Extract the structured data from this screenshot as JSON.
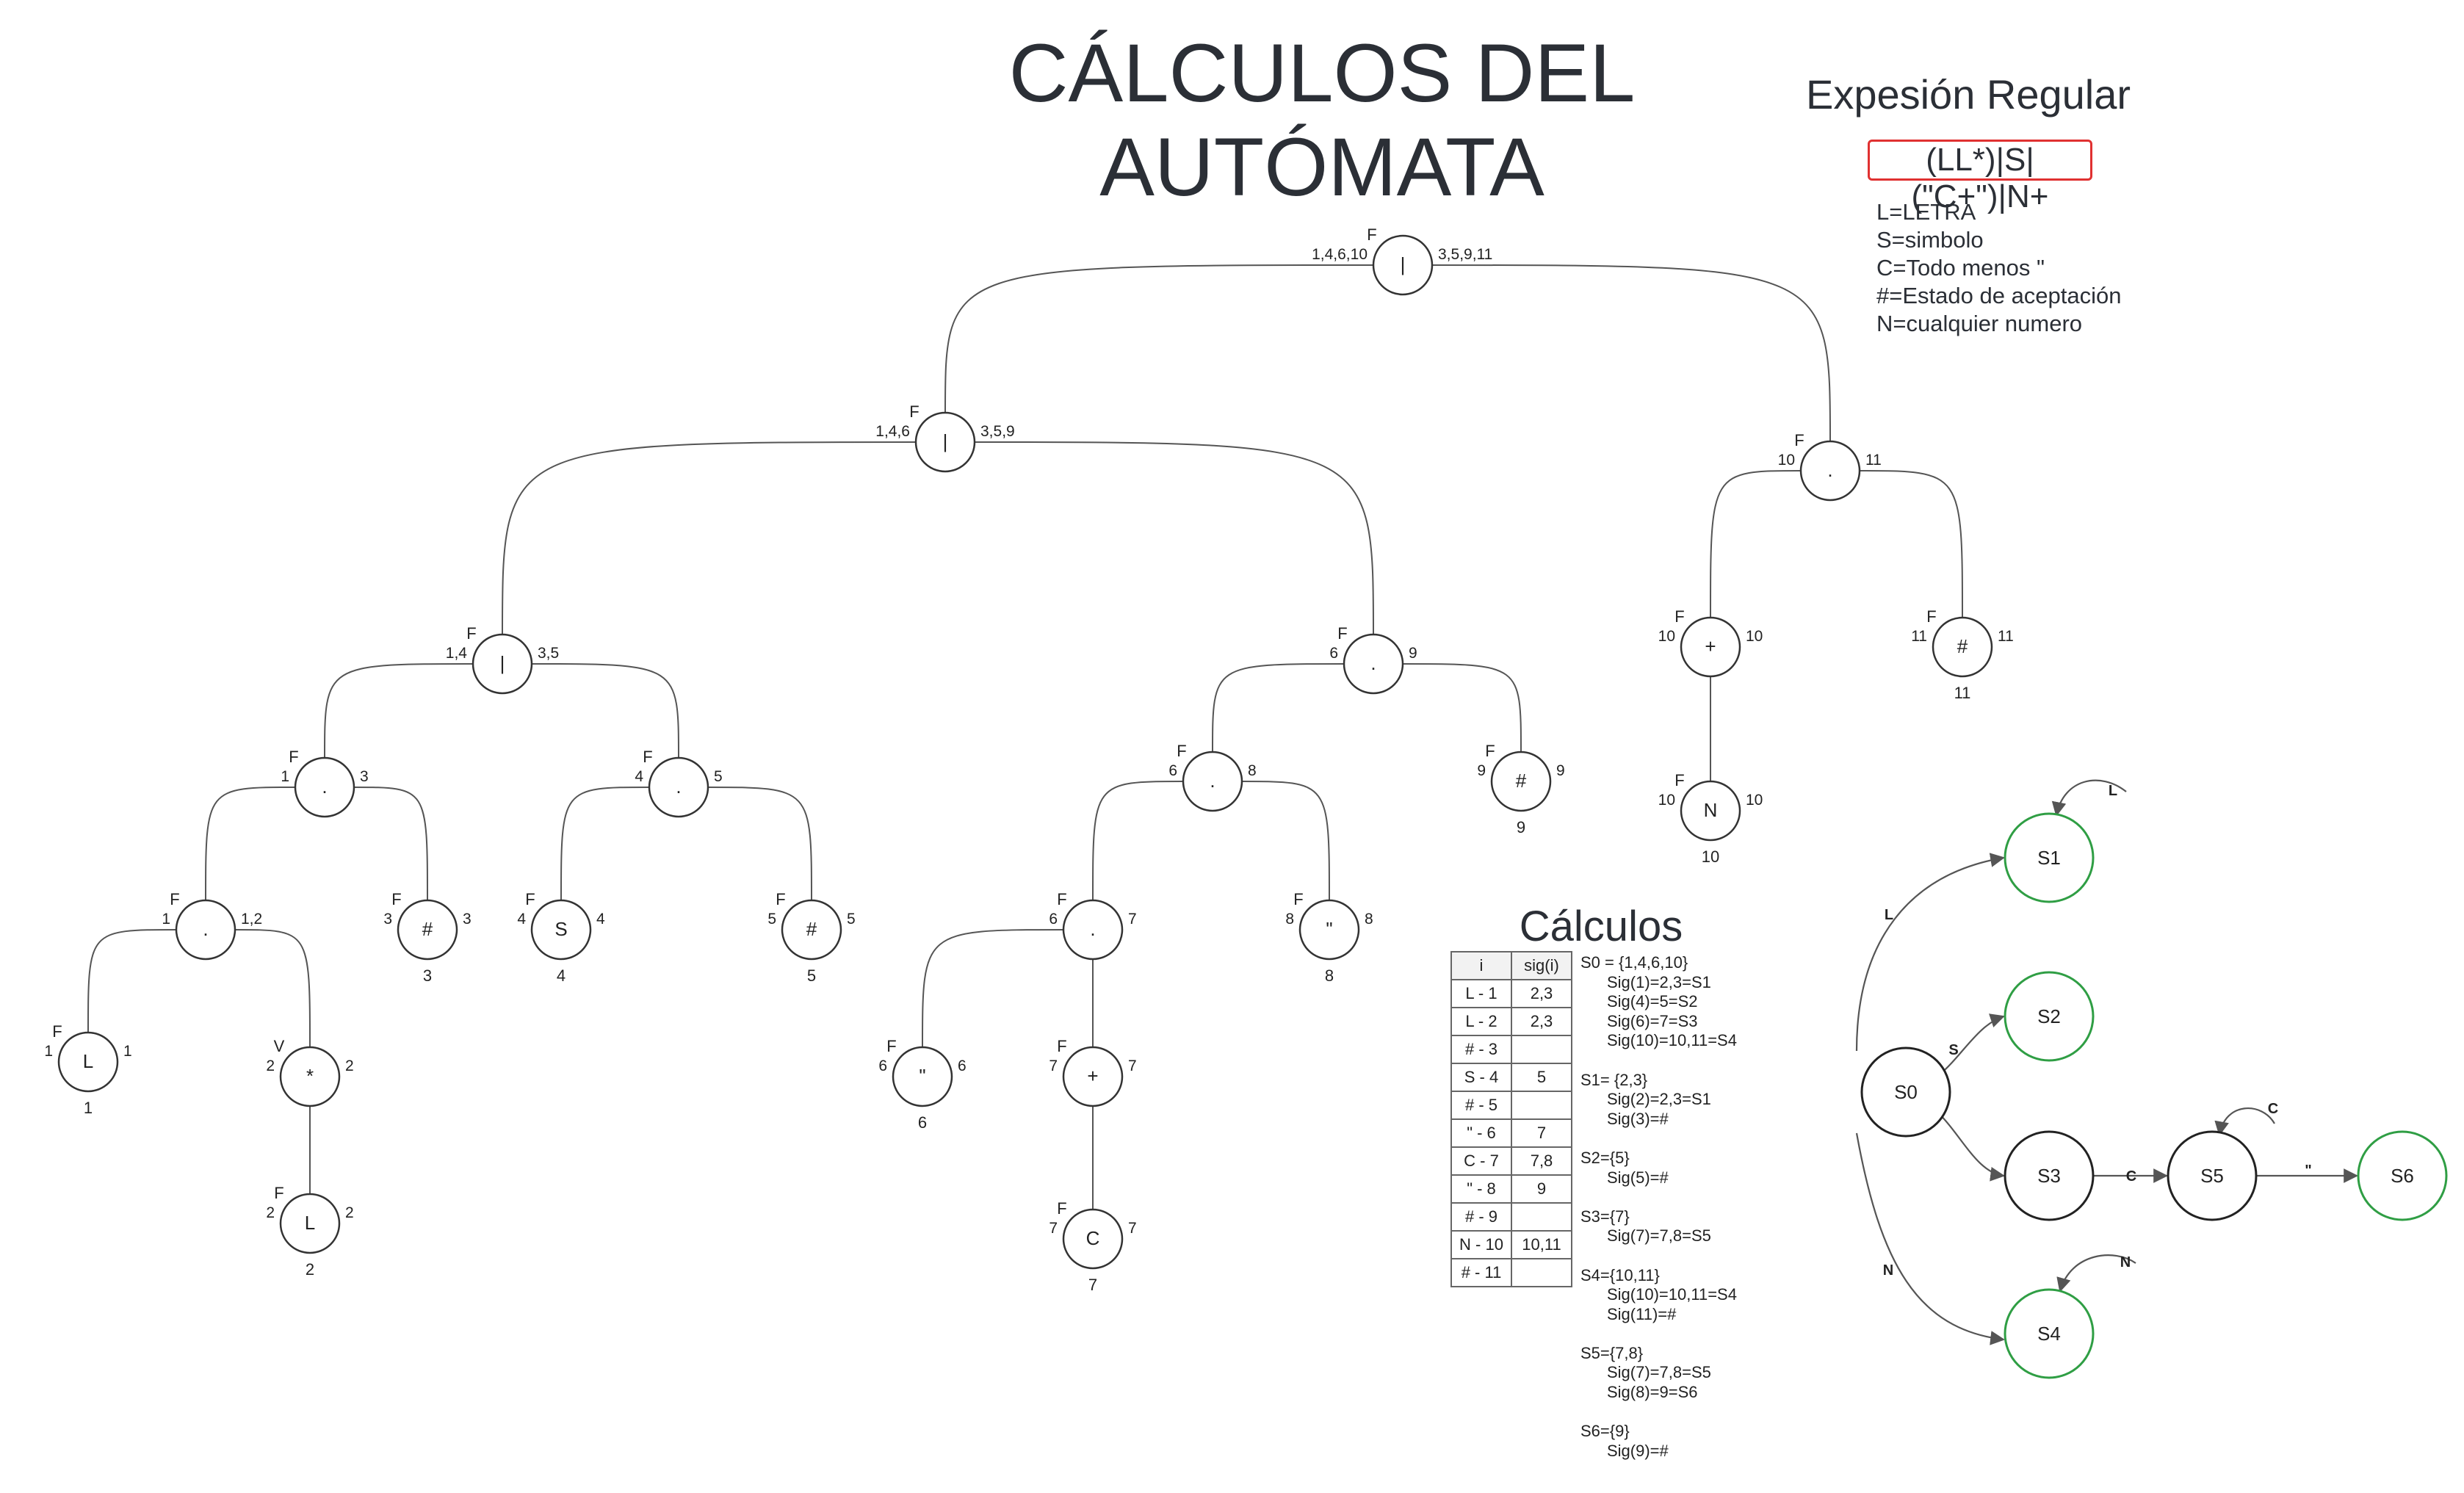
{
  "title": "CÁLCULOS DEL\nAUTÓMATA",
  "regex": {
    "title": "Expesión Regular",
    "expression": "(LL*)|S|(\"C+\")|N+",
    "legend": [
      "L=LETRA",
      "S=simbolo",
      "C=Todo menos \"",
      "#=Estado de aceptación",
      "N=cualquier numero"
    ]
  },
  "tree": {
    "nodes": [
      {
        "id": "n_root",
        "sym": "|",
        "top": "F",
        "left": "1,4,6,10",
        "right": "3,5,9,11"
      },
      {
        "id": "n_or2",
        "sym": "|",
        "top": "F",
        "left": "1,4,6",
        "right": "3,5,9"
      },
      {
        "id": "n_cat11",
        "sym": ".",
        "top": "F",
        "left": "10",
        "right": "11"
      },
      {
        "id": "n_or3",
        "sym": "|",
        "top": "F",
        "left": "1,4",
        "right": "3,5"
      },
      {
        "id": "n_cat9",
        "sym": ".",
        "top": "F",
        "left": "6",
        "right": "9"
      },
      {
        "id": "n_plus10",
        "sym": "+",
        "top": "F",
        "left": "10",
        "right": "10"
      },
      {
        "id": "n_hash11",
        "sym": "#",
        "top": "F",
        "left": "11",
        "right": "11",
        "bottom": "11"
      },
      {
        "id": "n_N10",
        "sym": "N",
        "top": "F",
        "left": "10",
        "right": "10",
        "bottom": "10"
      },
      {
        "id": "n_cat3",
        "sym": ".",
        "top": "F",
        "left": "1",
        "right": "3"
      },
      {
        "id": "n_cat5",
        "sym": ".",
        "top": "F",
        "left": "4",
        "right": "5"
      },
      {
        "id": "n_cat8",
        "sym": ".",
        "top": "F",
        "left": "6",
        "right": "8"
      },
      {
        "id": "n_hash9",
        "sym": "#",
        "top": "F",
        "left": "9",
        "right": "9",
        "bottom": "9"
      },
      {
        "id": "n_cat12",
        "sym": ".",
        "top": "F",
        "left": "1",
        "right": "1,2"
      },
      {
        "id": "n_hash3",
        "sym": "#",
        "top": "F",
        "left": "3",
        "right": "3",
        "bottom": "3"
      },
      {
        "id": "n_S4",
        "sym": "S",
        "top": "F",
        "left": "4",
        "right": "4",
        "bottom": "4"
      },
      {
        "id": "n_hash5",
        "sym": "#",
        "top": "F",
        "left": "5",
        "right": "5",
        "bottom": "5"
      },
      {
        "id": "n_cat7",
        "sym": ".",
        "top": "F",
        "left": "6",
        "right": "7"
      },
      {
        "id": "n_quote8",
        "sym": "\"",
        "top": "F",
        "left": "8",
        "right": "8",
        "bottom": "8"
      },
      {
        "id": "n_L1",
        "sym": "L",
        "top": "F",
        "left": "1",
        "right": "1",
        "bottom": "1"
      },
      {
        "id": "n_star2",
        "sym": "*",
        "top": "V",
        "left": "2",
        "right": "2"
      },
      {
        "id": "n_quote6",
        "sym": "\"",
        "top": "F",
        "left": "6",
        "right": "6",
        "bottom": "6"
      },
      {
        "id": "n_plus7",
        "sym": "+",
        "top": "F",
        "left": "7",
        "right": "7"
      },
      {
        "id": "n_L2",
        "sym": "L",
        "top": "F",
        "left": "2",
        "right": "2",
        "bottom": "2"
      },
      {
        "id": "n_C7",
        "sym": "C",
        "top": "F",
        "left": "7",
        "right": "7",
        "bottom": "7"
      }
    ],
    "edges": [
      [
        "n_root",
        "n_or2"
      ],
      [
        "n_root",
        "n_cat11"
      ],
      [
        "n_or2",
        "n_or3"
      ],
      [
        "n_or2",
        "n_cat9"
      ],
      [
        "n_cat11",
        "n_plus10"
      ],
      [
        "n_cat11",
        "n_hash11"
      ],
      [
        "n_plus10",
        "n_N10"
      ],
      [
        "n_or3",
        "n_cat3"
      ],
      [
        "n_or3",
        "n_cat5"
      ],
      [
        "n_cat9",
        "n_cat8"
      ],
      [
        "n_cat9",
        "n_hash9"
      ],
      [
        "n_cat3",
        "n_cat12"
      ],
      [
        "n_cat3",
        "n_hash3"
      ],
      [
        "n_cat5",
        "n_S4"
      ],
      [
        "n_cat5",
        "n_hash5"
      ],
      [
        "n_cat8",
        "n_cat7"
      ],
      [
        "n_cat8",
        "n_quote8"
      ],
      [
        "n_cat12",
        "n_L1"
      ],
      [
        "n_cat12",
        "n_star2"
      ],
      [
        "n_star2",
        "n_L2"
      ],
      [
        "n_cat7",
        "n_quote6"
      ],
      [
        "n_cat7",
        "n_plus7"
      ],
      [
        "n_plus7",
        "n_C7"
      ]
    ]
  },
  "calculos": {
    "title": "Cálculos",
    "table": {
      "headers": [
        "i",
        "sig(i)"
      ],
      "rows": [
        [
          "L - 1",
          "2,3"
        ],
        [
          "L - 2",
          "2,3"
        ],
        [
          "# - 3",
          ""
        ],
        [
          "S - 4",
          "5"
        ],
        [
          "# - 5",
          ""
        ],
        [
          "\" - 6",
          "7"
        ],
        [
          "C - 7",
          "7,8"
        ],
        [
          "\" - 8",
          "9"
        ],
        [
          "# - 9",
          ""
        ],
        [
          "N - 10",
          "10,11"
        ],
        [
          "# - 11",
          ""
        ]
      ]
    },
    "notes": [
      {
        "head": "S0 = {1,4,6,10}",
        "lines": [
          "Sig(1)=2,3=S1",
          "Sig(4)=5=S2",
          "Sig(6)=7=S3",
          "Sig(10)=10,11=S4"
        ]
      },
      {
        "head": "S1= {2,3}",
        "lines": [
          "Sig(2)=2,3=S1",
          "Sig(3)=#"
        ]
      },
      {
        "head": "S2={5}",
        "lines": [
          "Sig(5)=#"
        ]
      },
      {
        "head": "S3={7}",
        "lines": [
          "Sig(7)=7,8=S5"
        ]
      },
      {
        "head": "S4={10,11}",
        "lines": [
          "Sig(10)=10,11=S4",
          "Sig(11)=#"
        ]
      },
      {
        "head": "S5={7,8}",
        "lines": [
          "Sig(7)=7,8=S5",
          "Sig(8)=9=S6"
        ]
      },
      {
        "head": "S6={9}",
        "lines": [
          "Sig(9)=#"
        ]
      }
    ]
  },
  "automaton": {
    "states": [
      {
        "id": "S0",
        "label": "S0",
        "accepting": false
      },
      {
        "id": "S1",
        "label": "S1",
        "accepting": true
      },
      {
        "id": "S2",
        "label": "S2",
        "accepting": true
      },
      {
        "id": "S3",
        "label": "S3",
        "accepting": false
      },
      {
        "id": "S4",
        "label": "S4",
        "accepting": true
      },
      {
        "id": "S5",
        "label": "S5",
        "accepting": false
      },
      {
        "id": "S6",
        "label": "S6",
        "accepting": true
      }
    ],
    "transitions": [
      {
        "from": "S0",
        "to": "S1",
        "label": "L"
      },
      {
        "from": "S0",
        "to": "S2",
        "label": "S"
      },
      {
        "from": "S0",
        "to": "S3",
        "label": "\""
      },
      {
        "from": "S0",
        "to": "S4",
        "label": "N"
      },
      {
        "from": "S3",
        "to": "S5",
        "label": "C"
      },
      {
        "from": "S5",
        "to": "S6",
        "label": "\""
      },
      {
        "from": "S1",
        "to": "S1",
        "label": "L"
      },
      {
        "from": "S4",
        "to": "S4",
        "label": "N"
      },
      {
        "from": "S5",
        "to": "S5",
        "label": "C"
      }
    ],
    "colors": {
      "accepting": "#2f9e44",
      "normal": "#222222"
    }
  }
}
